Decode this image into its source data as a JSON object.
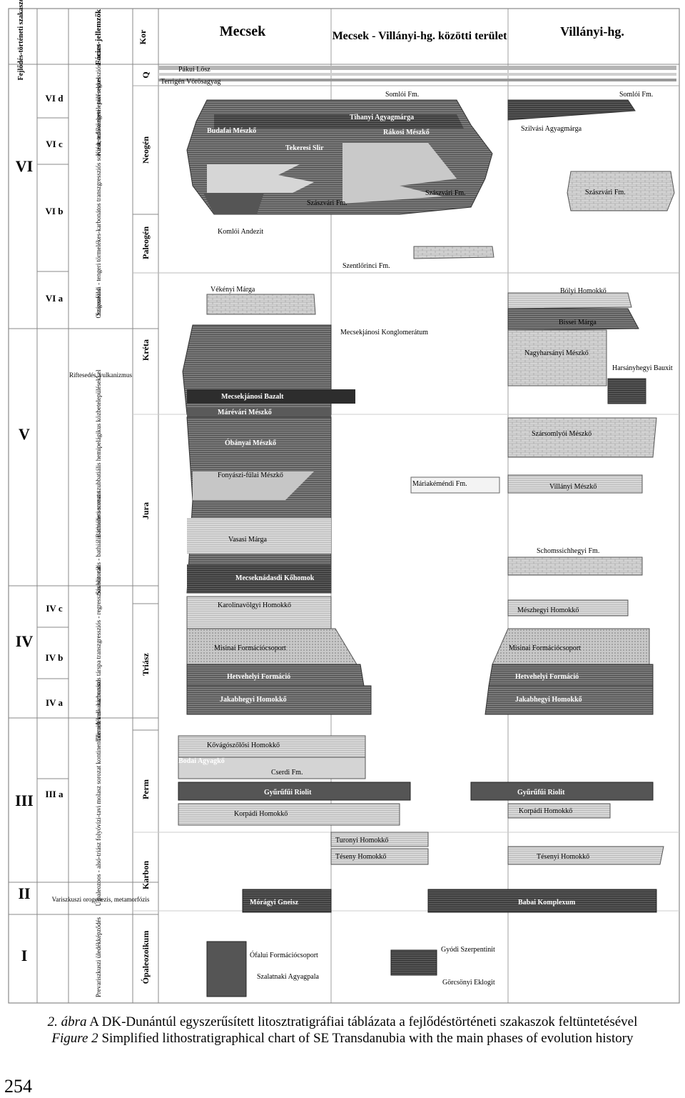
{
  "header": {
    "col_phase": "Fejlődés-történeti szakaszok",
    "col_facies": "Fácies-jellemzők",
    "col_age": "Kor",
    "col_mecsek": "Mecsek",
    "col_between": "Mecsek - Villányi-hg. közötti terület",
    "col_villany": "Villányi-hg."
  },
  "phases": [
    "VI",
    "V",
    "IV",
    "III",
    "II",
    "I"
  ],
  "subphases": [
    "VI d",
    "VI c",
    "VI b",
    "VI a",
    "IV c",
    "IV b",
    "IV a",
    "III a"
  ],
  "ages": [
    "Q",
    "Neogén",
    "Paleogén",
    "Kréta",
    "Jura",
    "Triász",
    "Perm",
    "Karbon",
    "Ópaleozoikum"
  ],
  "facies": [
    "Kiédesedő tengeri - tavi regressziós sorozat",
    "Szárazföldi - tengeri törmelékes-karbonátos transzgressziós sorozat, tufaközbetelepülésekkel",
    "Orogenezis",
    "Riftesedés, vulkanizmus",
    "Bathiális sorozat szubbatiális hemipelágikus közbetelepülésekkel",
    "Szublitorális - bathiális átmeneti sorozat",
    "Törmelékes - karbonátos társpa transzgressziós - regressziós sorozat",
    "Újpaleozoos - alsó-triász folyóvízi-tavi molasz sorozat kontinentális rift vulkanizmussal",
    "Variszkuszi orogenezis, metamorfózis",
    "Prevariszkuszi üledékképződés"
  ],
  "units": {
    "pakui": "Pákui Lösz",
    "terrigen": "Terrigén Vörösagyag",
    "somloi_m": "Somlói Fm.",
    "somloi_v": "Somlói Fm.",
    "tihanyi": "Tihanyi Agyagmárga",
    "rakosi": "Rákosi Mészkő",
    "budafai": "Budafai Mészkő",
    "tekeresi": "Tekeresi Slir",
    "szilvasi": "Szilvási Agyagmárga",
    "szaszvari_m": "Szászvári Fm.",
    "szaszvari_v": "Szászvári Fm.",
    "szaszvari_m2": "Szászvári Fm.",
    "komloi": "Komlói Andezit",
    "szentlorinci": "Szentlőrinci Fm.",
    "vekenyi": "Vékényi Márga",
    "bolyi": "Bólyi Homokkő",
    "bissei": "Bissei Márga",
    "nagyharsanyi": "Nagyharsányi Mészkő",
    "harsanyhegyi": "Harsányhegyi Bauxit",
    "mecsekjanosi_k": "Mecsekjánosi Konglomerátum",
    "mecsekjanosi_b": "Mecsekjánosi Bazalt",
    "marevari": "Márévári Mészkő",
    "olteanyai": "Óbányai Mészkő",
    "szarsomlyoi": "Szársomlyói Mészkő",
    "fonyasz": "Fonyászi-fűlai Mészkő",
    "marazakemendi": "Máriakéméndi Fm.",
    "villanyi": "Villányi Mészkő",
    "vasasi": "Vasasi Márga",
    "schomssichhegyi": "Schomssichhegyi Fm.",
    "mecseknadasdi": "Mecseknádasdi Kőhomok",
    "karolinavolgyi": "Karolinavölgyi Homokkő",
    "meszhegyi": "Mészhegyi Homokkő",
    "muszkai_m": "Misinai Formációcsoport",
    "muszkai_v": "Misinai Formációcsoport",
    "hetvehelyi": "Hetvehelyi Formáció",
    "hetvehelyi_v": "Hetvehelyi Formáció",
    "jakabhegyi": "Jakabhegyi Homokkő",
    "jakabhegyi_v": "Jakabhegyi Homokkő",
    "kovagoszolosi": "Kővágószőlősi Homokkő",
    "bodai": "Bodai Agyagkő",
    "cserdi": "Cserdi Fm.",
    "gyurufui_m": "Gyűrűfűi Riolit",
    "gyurufui_v": "Gyűrűfűi Riolit",
    "korpadi_m": "Korpádi Homokkő",
    "korpadi_v": "Korpádi Homokkő",
    "turonyi": "Turonyi Homokkő",
    "tesenyi_m": "Téseny Homokkő",
    "tesenyi_v": "Tésenyi Homokkő",
    "mecsekgneisz": "Mórágyi Gneisz",
    "babai": "Babai Komplexum",
    "ofalui": "Ófalui Formációcsoport",
    "szalatnaki": "Szalatnaki Agyagpala",
    "gyodi": "Gyódi Szerpentinit",
    "gorcsonyi": "Görcsönyi Eklogit"
  },
  "caption": {
    "hu_prefix": "2. ábra",
    "hu_text": " A DK-Dunántúl egyszerűsített litosztratigráfiai táblázata a fejlődéstörténeti szakaszok feltüntetésével",
    "en_prefix": "Figure 2",
    "en_text": " Simplified lithostratigraphical chart of SE Transdanubia with the main phases of evolution history"
  },
  "page_number": "254"
}
